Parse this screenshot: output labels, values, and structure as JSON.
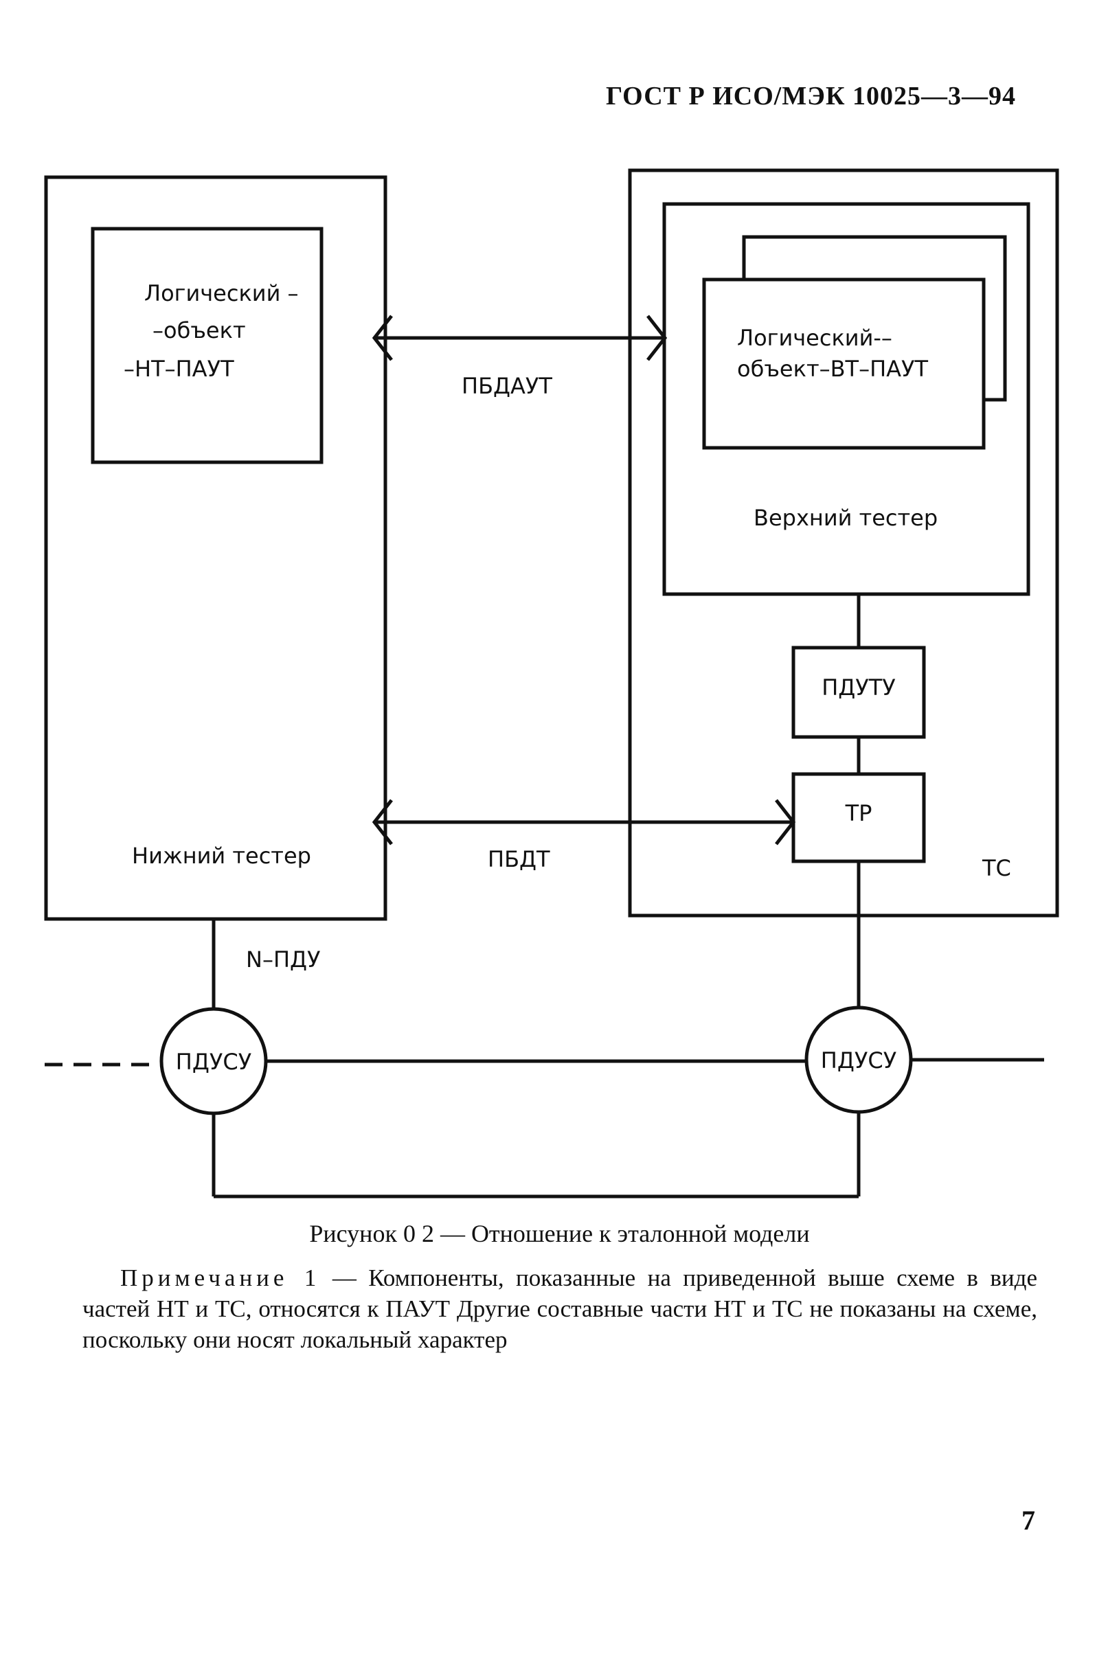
{
  "header": {
    "standard_code": "ГОСТ Р ИСО/МЭК 10025—3—94"
  },
  "diagram": {
    "lower_entity_lines": [
      "Логический –",
      "–объект",
      "–НТ–ПАУТ"
    ],
    "lower_tester_label": "Нижний тестер",
    "upper_entity_lines": [
      "Логический-–",
      "объект–ВТ–ПАУТ"
    ],
    "upper_tester_label": "Верхний тестер",
    "pbdaut_label": "ПБДАУТ",
    "pbdt_label": "ПБДТ",
    "pduty_label": "ПДУТУ",
    "tr_label": "ТР",
    "ts_label": "ТС",
    "npdu_label": "N–ПДУ",
    "pdusu_left_label": "ПДУСУ",
    "pdusu_right_label": "ПДУСУ"
  },
  "caption": "Рисунок 0 2 — Отношение к эталонной модели",
  "note": {
    "label": "Примечание 1",
    "text": " — Компоненты, показанные на приведенной выше схеме в виде частей НТ и ТС, относятся к ПАУТ Другие составные части НТ и ТС не показаны на схеме, поскольку они носят локальный характер"
  },
  "page_number": "7"
}
